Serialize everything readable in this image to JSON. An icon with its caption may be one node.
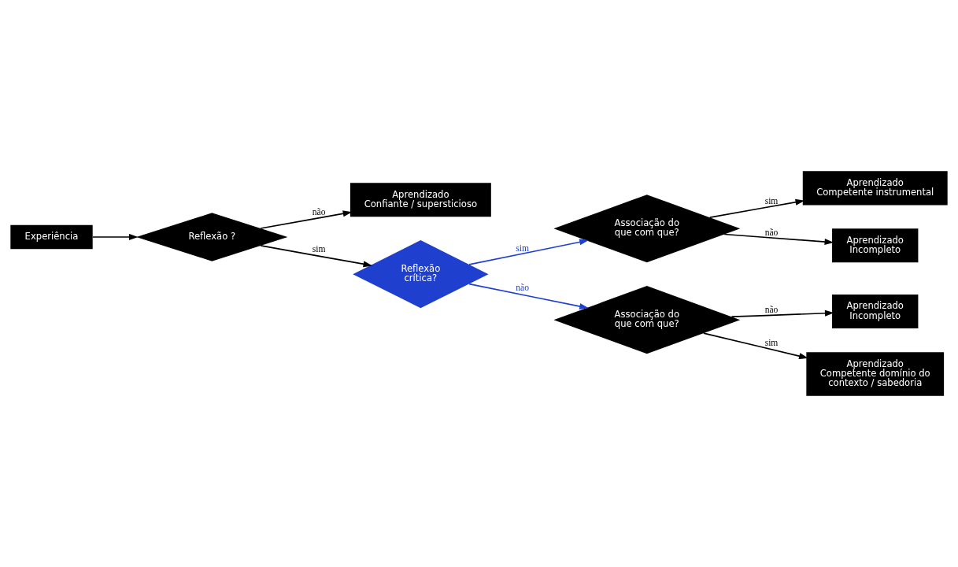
{
  "diagram": {
    "nodes": [
      {
        "text": [
          "Experiência"
        ]
      },
      {
        "text": [
          "Reflexão ?"
        ]
      },
      {
        "text": [
          "Aprendizado",
          "Confiante / supersticioso"
        ]
      },
      {
        "text": [
          "Reflexão crítica?"
        ]
      },
      {
        "text": [
          "Associação do que com que?"
        ]
      },
      {
        "text": [
          "Aprendizado",
          "Competente instrumental"
        ]
      },
      {
        "text": [
          "Aprendizado",
          "Incompleto"
        ]
      },
      {
        "text": [
          "Associação do que com que?"
        ]
      },
      {
        "text": [
          "Aprendizado",
          "Incompleto"
        ]
      },
      {
        "text": [
          "Aprendizado",
          "Competente domínio do contexto / sabedoria"
        ]
      }
    ],
    "edges": [
      {
        "from": 0,
        "to": 1,
        "arrow": "to"
      },
      {
        "from": 1,
        "to": 2,
        "arrow": "to",
        "label": "não"
      },
      {
        "from": 1,
        "to": 3,
        "arrow": "to",
        "label": "sim"
      },
      {
        "from": 3,
        "to": 4,
        "arrow": "to",
        "label": "sim",
        "color": "#1f3fcf"
      },
      {
        "from": 3,
        "to": 7,
        "arrow": "to",
        "label": "não",
        "color": "#1f3fcf"
      },
      {
        "from": 4,
        "to": 5,
        "arrow": "to",
        "label": "sim"
      },
      {
        "from": 4,
        "to": 6,
        "arrow": "to",
        "label": "não"
      },
      {
        "from": 7,
        "to": 8,
        "arrow": "to",
        "label": "não"
      },
      {
        "from": 7,
        "to": 9,
        "arrow": "to",
        "label": "sim"
      }
    ]
  }
}
